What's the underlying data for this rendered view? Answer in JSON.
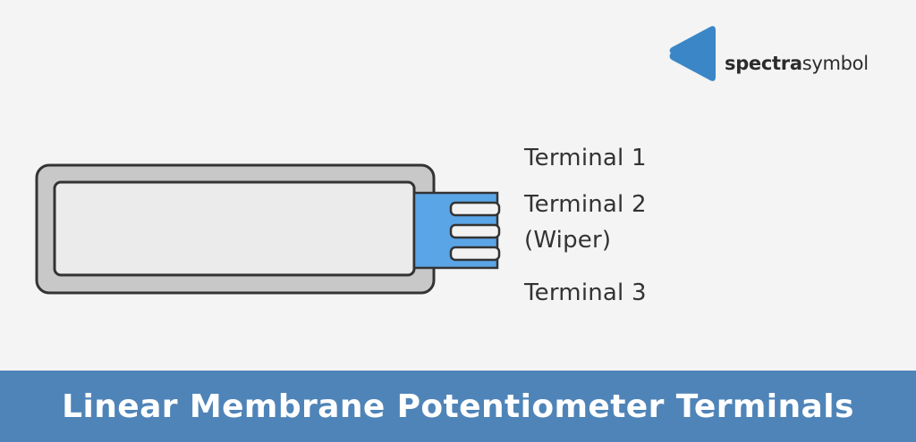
{
  "brand": {
    "name_bold": "spectra",
    "name_light": "symbol",
    "mark_icon": "blue-triangle-logo",
    "mark_color": "#3a86c6"
  },
  "diagram": {
    "component": "linear-membrane-potentiometer",
    "labels": {
      "terminal_1": "Terminal 1",
      "terminal_2": "Terminal 2",
      "terminal_2_note": "(Wiper)",
      "terminal_3": "Terminal 3"
    },
    "colors": {
      "outer_frame": "#c8c8c8",
      "inner_strip": "#ebebeb",
      "outline": "#333333",
      "tail": "#5aa5e6",
      "pins": "#f2f2f2"
    }
  },
  "banner": {
    "title": "Linear Membrane Potentiometer Terminals",
    "background": "#4f84b8"
  }
}
